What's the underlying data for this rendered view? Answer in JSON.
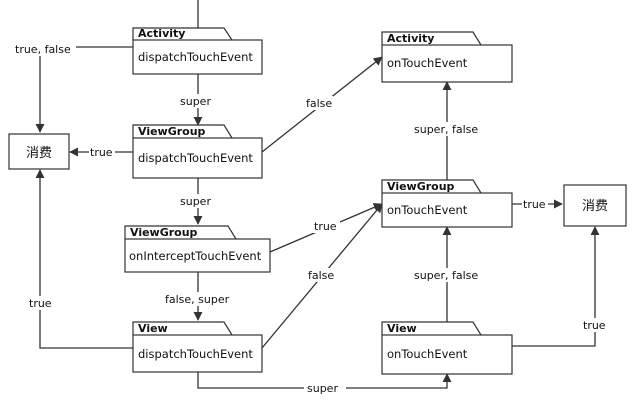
{
  "nodes": {
    "activity_dispatch": {
      "tab": "Activity",
      "method": "dispatchTouchEvent"
    },
    "viewgroup_dispatch": {
      "tab": "ViewGroup",
      "method": "dispatchTouchEvent"
    },
    "viewgroup_intercept": {
      "tab": "ViewGroup",
      "method": "onInterceptTouchEvent"
    },
    "view_dispatch": {
      "tab": "View",
      "method": "dispatchTouchEvent"
    },
    "activity_ontouch": {
      "tab": "Activity",
      "method": "onTouchEvent"
    },
    "viewgroup_ontouch": {
      "tab": "ViewGroup",
      "method": "onTouchEvent"
    },
    "view_ontouch": {
      "tab": "View",
      "method": "onTouchEvent"
    },
    "consume_left": {
      "label": "消费"
    },
    "consume_right": {
      "label": "消费"
    }
  },
  "edges": {
    "activity_to_consume": "true, false",
    "activity_to_viewgroup": "super",
    "viewgroup_to_consume": "true",
    "viewgroup_to_activity_ontouch": "false",
    "viewgroup_to_intercept": "super",
    "intercept_to_viewgroup_ontouch": "true",
    "intercept_to_view": "false, super",
    "view_to_consume": "true",
    "view_to_viewgroup_ontouch": "false",
    "view_to_view_ontouch": "super",
    "viewgroup_ontouch_to_activity": "super, false",
    "viewgroup_ontouch_to_consume": "true",
    "view_ontouch_to_viewgroup": "super, false",
    "view_ontouch_to_consume": "true"
  }
}
